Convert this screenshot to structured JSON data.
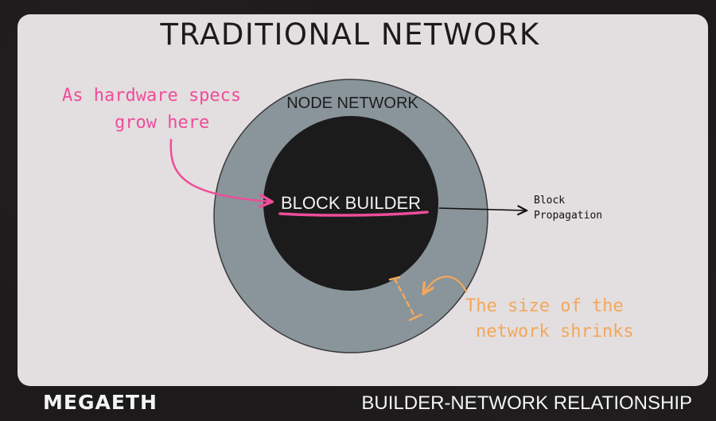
{
  "title": "TRADITIONAL NETWORK",
  "diagram": {
    "outer_label": "NODE NETWORK",
    "inner_label": "BLOCK BUILDER",
    "propagation_line1": "Block",
    "propagation_line2": "Propagation",
    "annotation_pink_line1": "As hardware specs",
    "annotation_pink_line2": "grow here",
    "annotation_orange_line1": "The size of the",
    "annotation_orange_line2": "network shrinks"
  },
  "colors": {
    "card": "#e3dedf",
    "outer_ring": "#8a949b",
    "inner_core": "#1b1b1b",
    "pink": "#ee4d9a",
    "orange": "#f2a85a"
  },
  "footer": {
    "brand": "MEGAETH",
    "subtitle": "BUILDER-NETWORK RELATIONSHIP"
  }
}
